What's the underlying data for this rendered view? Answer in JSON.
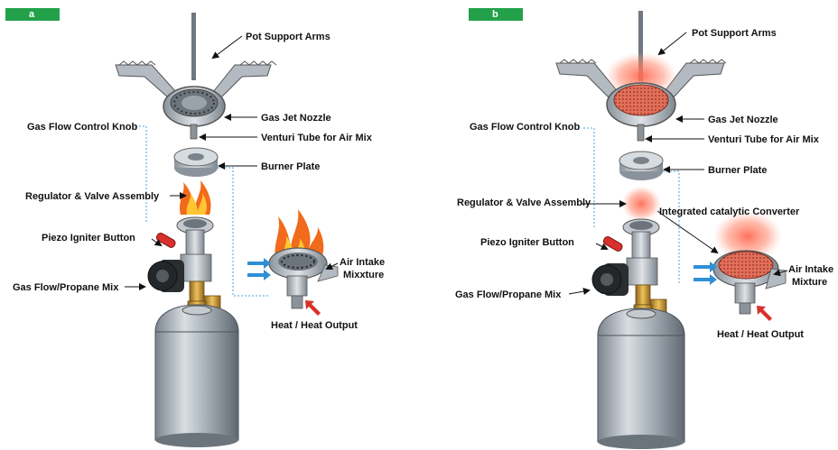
{
  "panel_a": {
    "tag": "a",
    "labels": {
      "pot_support_arms": "Pot Support Arms",
      "gas_jet_nozzle": "Gas Jet Nozzle",
      "gas_flow_control_knob": "Gas Flow Control Knob",
      "venturi_tube": "Venturi Tube for Air Mix",
      "burner_plate": "Burner Plate",
      "regulator_valve": "Regulator & Valve Assembly",
      "piezo_igniter": "Piezo Igniter Button",
      "gas_flow_propane": "Gas Flow/Propane Mix",
      "air_intake_line1": "Air Intake",
      "air_intake_line2": "Mixxture",
      "heat_output": "Heat / Heat Output"
    }
  },
  "panel_b": {
    "tag": "b",
    "labels": {
      "pot_support_arms": "Pot Support Arms",
      "gas_jet_nozzle": "Gas Jet Nozzle",
      "gas_flow_control_knob": "Gas Flow Control Knob",
      "venturi_tube": "Venturi Tube for Air Mix",
      "burner_plate": "Burner Plate",
      "regulator_valve": "Regulator & Valve Assembly",
      "integrated_converter": "Integrated catalytic Converter",
      "piezo_igniter": "Piezo Igniter Button",
      "gas_flow_propane": "Gas Flow/Propane Mix",
      "air_intake_line1": "Air Intake",
      "air_intake_line2": "Mixture",
      "heat_output": "Heat / Heat Output"
    }
  },
  "colors": {
    "tag_green": "#22a14a",
    "flame_orange": "#f26a1b",
    "glow_red": "#e8573f",
    "metal": "#a9b1ba",
    "arrow_blue": "#2f8fd6",
    "arrow_red": "#d8302c",
    "brass": "#c9962f"
  }
}
